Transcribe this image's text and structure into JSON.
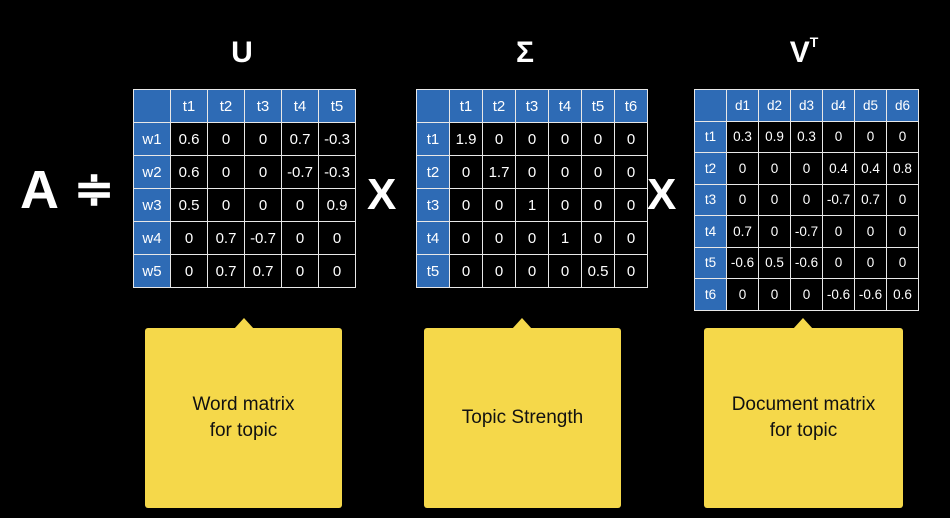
{
  "equation": {
    "lhs": "A",
    "approx": "≑",
    "times1": "X",
    "times2": "X"
  },
  "u": {
    "title": "U",
    "cols": [
      "t1",
      "t2",
      "t3",
      "t4",
      "t5"
    ],
    "rows": [
      {
        "label": "w1",
        "cells": [
          "0.6",
          "0",
          "0",
          "0.7",
          "-0.3"
        ]
      },
      {
        "label": "w2",
        "cells": [
          "0.6",
          "0",
          "0",
          "-0.7",
          "-0.3"
        ]
      },
      {
        "label": "w3",
        "cells": [
          "0.5",
          "0",
          "0",
          "0",
          "0.9"
        ]
      },
      {
        "label": "w4",
        "cells": [
          "0",
          "0.7",
          "-0.7",
          "0",
          "0"
        ]
      },
      {
        "label": "w5",
        "cells": [
          "0",
          "0.7",
          "0.7",
          "0",
          "0"
        ]
      }
    ],
    "note": "Word matrix\nfor topic"
  },
  "sigma": {
    "title": "Σ",
    "cols": [
      "t1",
      "t2",
      "t3",
      "t4",
      "t5",
      "t6"
    ],
    "rows": [
      {
        "label": "t1",
        "cells": [
          "1.9",
          "0",
          "0",
          "0",
          "0",
          "0"
        ]
      },
      {
        "label": "t2",
        "cells": [
          "0",
          "1.7",
          "0",
          "0",
          "0",
          "0"
        ]
      },
      {
        "label": "t3",
        "cells": [
          "0",
          "0",
          "1",
          "0",
          "0",
          "0"
        ]
      },
      {
        "label": "t4",
        "cells": [
          "0",
          "0",
          "0",
          "1",
          "0",
          "0"
        ]
      },
      {
        "label": "t5",
        "cells": [
          "0",
          "0",
          "0",
          "0",
          "0.5",
          "0"
        ]
      }
    ],
    "note": "Topic Strength"
  },
  "v": {
    "title": "V",
    "superscript": "T",
    "cols": [
      "d1",
      "d2",
      "d3",
      "d4",
      "d5",
      "d6"
    ],
    "rows": [
      {
        "label": "t1",
        "cells": [
          "0.3",
          "0.9",
          "0.3",
          "0",
          "0",
          "0"
        ]
      },
      {
        "label": "t2",
        "cells": [
          "0",
          "0",
          "0",
          "0.4",
          "0.4",
          "0.8"
        ]
      },
      {
        "label": "t3",
        "cells": [
          "0",
          "0",
          "0",
          "-0.7",
          "0.7",
          "0"
        ]
      },
      {
        "label": "t4",
        "cells": [
          "0.7",
          "0",
          "-0.7",
          "0",
          "0",
          "0"
        ]
      },
      {
        "label": "t5",
        "cells": [
          "-0.6",
          "0.5",
          "-0.6",
          "0",
          "0",
          "0"
        ]
      },
      {
        "label": "t6",
        "cells": [
          "0",
          "0",
          "0",
          "-0.6",
          "-0.6",
          "0.6"
        ]
      }
    ],
    "note": "Document matrix\nfor topic"
  },
  "colors": {
    "header_bg": "#2e6bb5",
    "note_bg": "#f5d84a",
    "background": "#000000"
  }
}
